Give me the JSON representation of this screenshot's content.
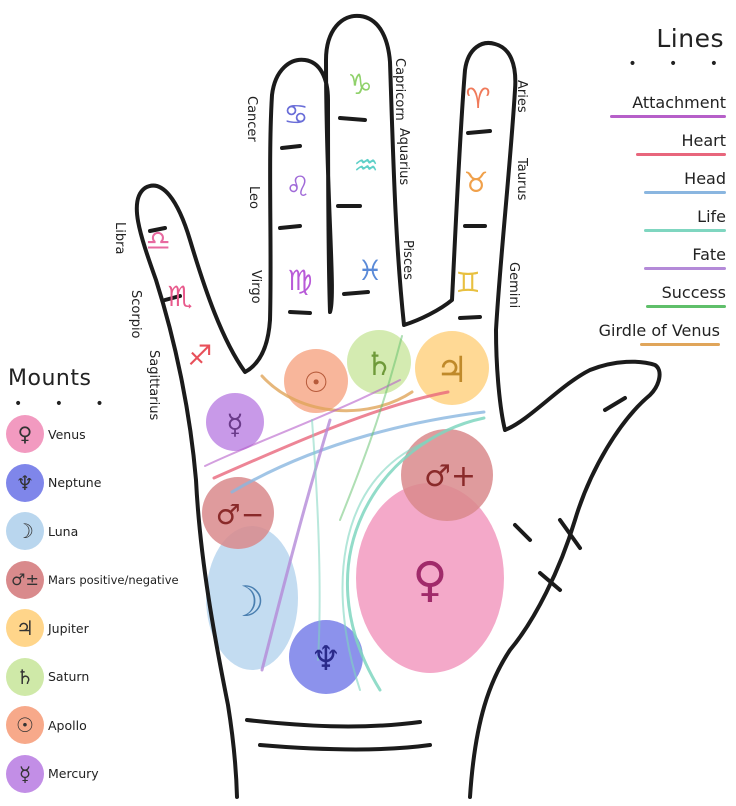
{
  "lines_legend": {
    "title": "Lines",
    "items": [
      {
        "label": "Attachment",
        "color": "#b65fc9"
      },
      {
        "label": "Heart",
        "color": "#e8667c"
      },
      {
        "label": "Head",
        "color": "#8ab6e0"
      },
      {
        "label": "Life",
        "color": "#7fd6c0"
      },
      {
        "label": "Fate",
        "color": "#b48ad8"
      },
      {
        "label": "Success",
        "color": "#5fbf6a"
      },
      {
        "label": "Girdle of Venus",
        "color": "#e0a55a"
      }
    ]
  },
  "mounts_legend": {
    "title": "Mounts",
    "items": [
      {
        "label": "Venus",
        "symbol": "♀",
        "color": "#f29ac0"
      },
      {
        "label": "Neptune",
        "symbol": "♆",
        "color": "#7f86ea"
      },
      {
        "label": "Luna",
        "symbol": "☽",
        "color": "#b9d6ee"
      },
      {
        "label": "Mars positive/negative",
        "symbol": "♂±",
        "color": "#d98a8c"
      },
      {
        "label": "Jupiter",
        "symbol": "♃",
        "color": "#ffd58a"
      },
      {
        "label": "Saturn",
        "symbol": "♄",
        "color": "#cfe9a8"
      },
      {
        "label": "Apollo",
        "symbol": "☉",
        "color": "#f7a98a"
      },
      {
        "label": "Mercury",
        "symbol": "☿",
        "color": "#c28ee6"
      }
    ]
  },
  "zodiac": {
    "libra": {
      "label": "Libra",
      "glyph": "♎",
      "color": "#e86aa0"
    },
    "scorpio": {
      "label": "Scorpio",
      "glyph": "♏",
      "color": "#e85a8c"
    },
    "sagittarius": {
      "label": "Sagittarius",
      "glyph": "♐",
      "color": "#e8505a"
    },
    "cancer": {
      "label": "Cancer",
      "glyph": "♋",
      "color": "#6a6ed8"
    },
    "leo": {
      "label": "Leo",
      "glyph": "♌",
      "color": "#a06ad8"
    },
    "virgo": {
      "label": "Virgo",
      "glyph": "♍",
      "color": "#b85ad8"
    },
    "capricorn": {
      "label": "Capricorn",
      "glyph": "♑",
      "color": "#8fd16a"
    },
    "aquarius": {
      "label": "Aquarius",
      "glyph": "♒",
      "color": "#5fd0c8"
    },
    "pisces": {
      "label": "Pisces",
      "glyph": "♓",
      "color": "#5a8ad8"
    },
    "aries": {
      "label": "Aries",
      "glyph": "♈",
      "color": "#f07a5a"
    },
    "taurus": {
      "label": "Taurus",
      "glyph": "♉",
      "color": "#f0a04a"
    },
    "gemini": {
      "label": "Gemini",
      "glyph": "♊",
      "color": "#e8c040"
    }
  },
  "palm_mounts": {
    "mercury": {
      "glyph": "☿",
      "color": "#c28ee6"
    },
    "apollo": {
      "glyph": "☉",
      "color": "#f7a98a"
    },
    "saturn": {
      "glyph": "♄",
      "color": "#cfe9a8"
    },
    "jupiter": {
      "glyph": "♃",
      "color": "#ffd58a"
    },
    "mars_negative": {
      "glyph": "♂−",
      "color": "#d98a8c"
    },
    "mars_positive": {
      "glyph": "♂+",
      "color": "#d98a8c"
    },
    "luna": {
      "glyph": "☽",
      "color": "#b9d6ee"
    },
    "venus": {
      "glyph": "♀",
      "color": "#f29ac0"
    },
    "neptune": {
      "glyph": "♆",
      "color": "#7f86ea"
    }
  }
}
